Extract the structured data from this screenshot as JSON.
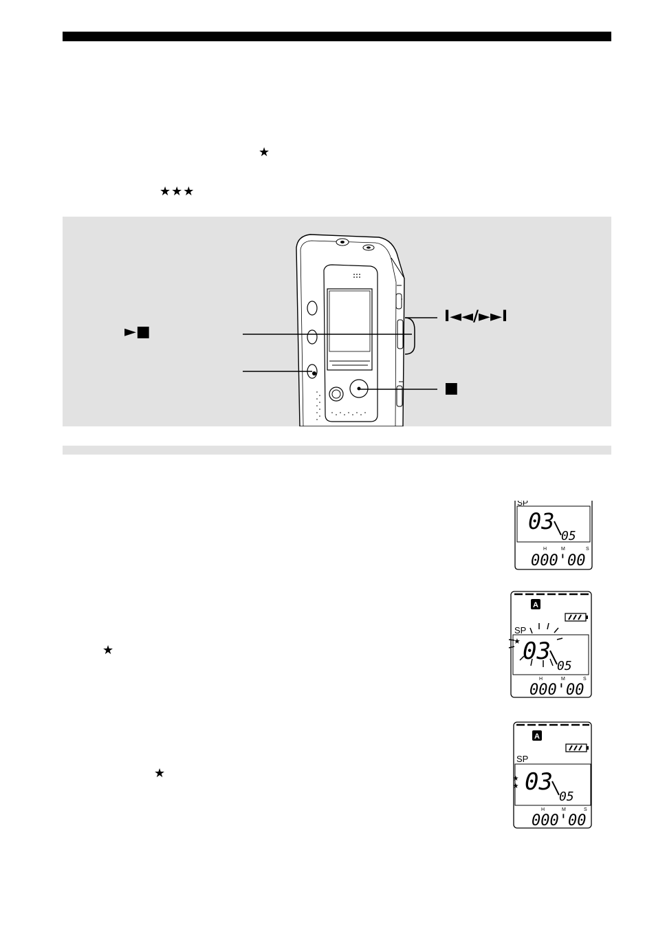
{
  "header": {
    "bar_color": "#000000"
  },
  "intro": {
    "star_single": "★",
    "star_triple": "★★★"
  },
  "diagram": {
    "background": "#e2e2e2",
    "label_play_stop": "►■",
    "label_prev_next": "I◄◄/►►I",
    "label_stop": "■"
  },
  "steps": {
    "step2_star": "★",
    "step3_star": "★"
  },
  "displays": [
    {
      "mode": "SP",
      "track": "03",
      "total": "05",
      "counter": "000'00",
      "units": [
        "H",
        "M",
        "S"
      ]
    },
    {
      "folder": "A",
      "mode": "SP",
      "track": "03",
      "total": "05",
      "counter": "000'00",
      "units": [
        "H",
        "M",
        "S"
      ],
      "marks": "★",
      "flashing": true
    },
    {
      "folder": "A",
      "mode": "SP",
      "track": "03",
      "total": "05",
      "counter": "000'00",
      "units": [
        "H",
        "M",
        "S"
      ],
      "marks": "★★"
    }
  ]
}
